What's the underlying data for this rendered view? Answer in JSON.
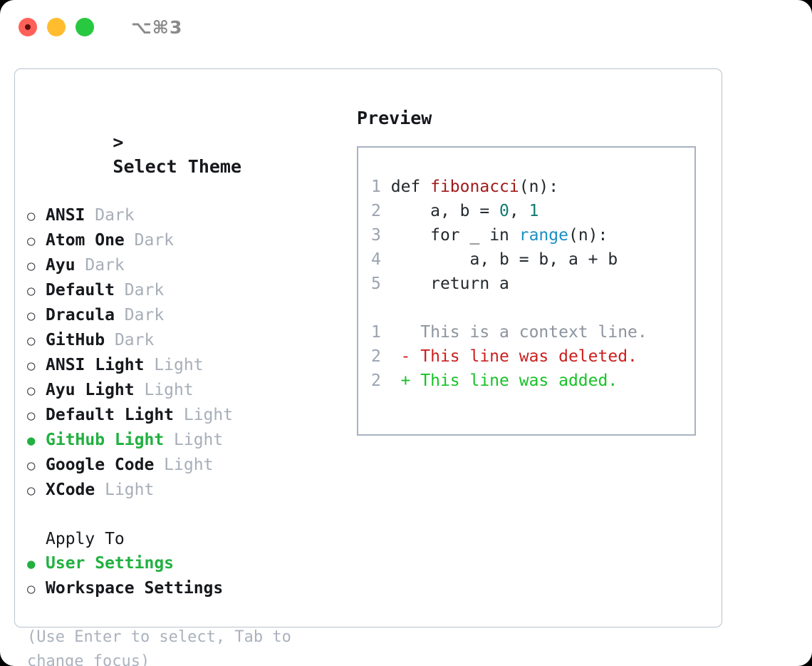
{
  "window": {
    "shortcut": "⌥⌘3",
    "traffic_lights": [
      {
        "name": "close",
        "color": "#ff6159"
      },
      {
        "name": "minimize",
        "color": "#ffbd2e"
      },
      {
        "name": "maximize",
        "color": "#28c840"
      }
    ]
  },
  "theme_picker": {
    "title": "Select Theme",
    "caret": ">",
    "marker_off": "○",
    "marker_on": "●",
    "accent_color": "#21b140",
    "items": [
      {
        "name": "ANSI",
        "variant": "Dark",
        "selected": false
      },
      {
        "name": "Atom One",
        "variant": "Dark",
        "selected": false
      },
      {
        "name": "Ayu",
        "variant": "Dark",
        "selected": false
      },
      {
        "name": "Default",
        "variant": "Dark",
        "selected": false
      },
      {
        "name": "Dracula",
        "variant": "Dark",
        "selected": false
      },
      {
        "name": "GitHub",
        "variant": "Dark",
        "selected": false
      },
      {
        "name": "ANSI Light",
        "variant": "Light",
        "selected": false
      },
      {
        "name": "Ayu Light",
        "variant": "Light",
        "selected": false
      },
      {
        "name": "Default Light",
        "variant": "Light",
        "selected": false
      },
      {
        "name": "GitHub Light",
        "variant": "Light",
        "selected": true
      },
      {
        "name": "Google Code",
        "variant": "Light",
        "selected": false
      },
      {
        "name": "XCode",
        "variant": "Light",
        "selected": false
      }
    ]
  },
  "apply_to": {
    "title": "Apply To",
    "items": [
      {
        "name": "User Settings",
        "selected": true
      },
      {
        "name": "Workspace Settings",
        "selected": false
      }
    ]
  },
  "hint": "(Use Enter to select, Tab to change focus)",
  "preview": {
    "title": "Preview",
    "code_lines": [
      {
        "no": "1",
        "tokens": [
          {
            "t": "def ",
            "c": "plain"
          },
          {
            "t": "fibonacci",
            "c": "fn"
          },
          {
            "t": "(n):",
            "c": "plain"
          }
        ]
      },
      {
        "no": "2",
        "tokens": [
          {
            "t": "    a, b = ",
            "c": "plain"
          },
          {
            "t": "0",
            "c": "num"
          },
          {
            "t": ", ",
            "c": "plain"
          },
          {
            "t": "1",
            "c": "num"
          }
        ]
      },
      {
        "no": "3",
        "tokens": [
          {
            "t": "    for _ in ",
            "c": "plain"
          },
          {
            "t": "range",
            "c": "call"
          },
          {
            "t": "(n):",
            "c": "plain"
          }
        ]
      },
      {
        "no": "4",
        "tokens": [
          {
            "t": "        a, b = b, a + b",
            "c": "plain"
          }
        ]
      },
      {
        "no": "5",
        "tokens": [
          {
            "t": "    return a",
            "c": "plain"
          }
        ]
      }
    ],
    "diff_lines": [
      {
        "no": "1",
        "marker": " ",
        "text": "This is a context line.",
        "kind": "ctx"
      },
      {
        "no": "2",
        "marker": "-",
        "text": "This line was deleted.",
        "kind": "del"
      },
      {
        "no": "2",
        "marker": "+",
        "text": "This line was added.",
        "kind": "add"
      }
    ]
  }
}
